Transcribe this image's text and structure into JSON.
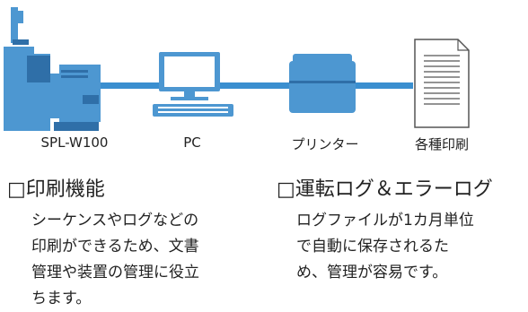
{
  "devices": [
    {
      "id": "spl",
      "label": "SPL-W100"
    },
    {
      "id": "pc",
      "label": "PC"
    },
    {
      "id": "printer",
      "label": "プリンター"
    },
    {
      "id": "document",
      "label": "各種印刷"
    }
  ],
  "features": [
    {
      "title": "□印刷機能",
      "lines": [
        "シーケンスやログなどの",
        "印刷ができるため、文書",
        "管理や装置の管理に役立",
        "ちます。"
      ]
    },
    {
      "title": "□運転ログ＆エラーログ",
      "lines": [
        "ログファイルが1カ月単位",
        "で自動に保存されるた",
        "め、管理が容易です。"
      ]
    }
  ],
  "colors": {
    "device_blue": "#4d97d1",
    "device_dark": "#2f6fa8",
    "line_blue": "#3a8fd0",
    "doc_gray": "#555555"
  }
}
